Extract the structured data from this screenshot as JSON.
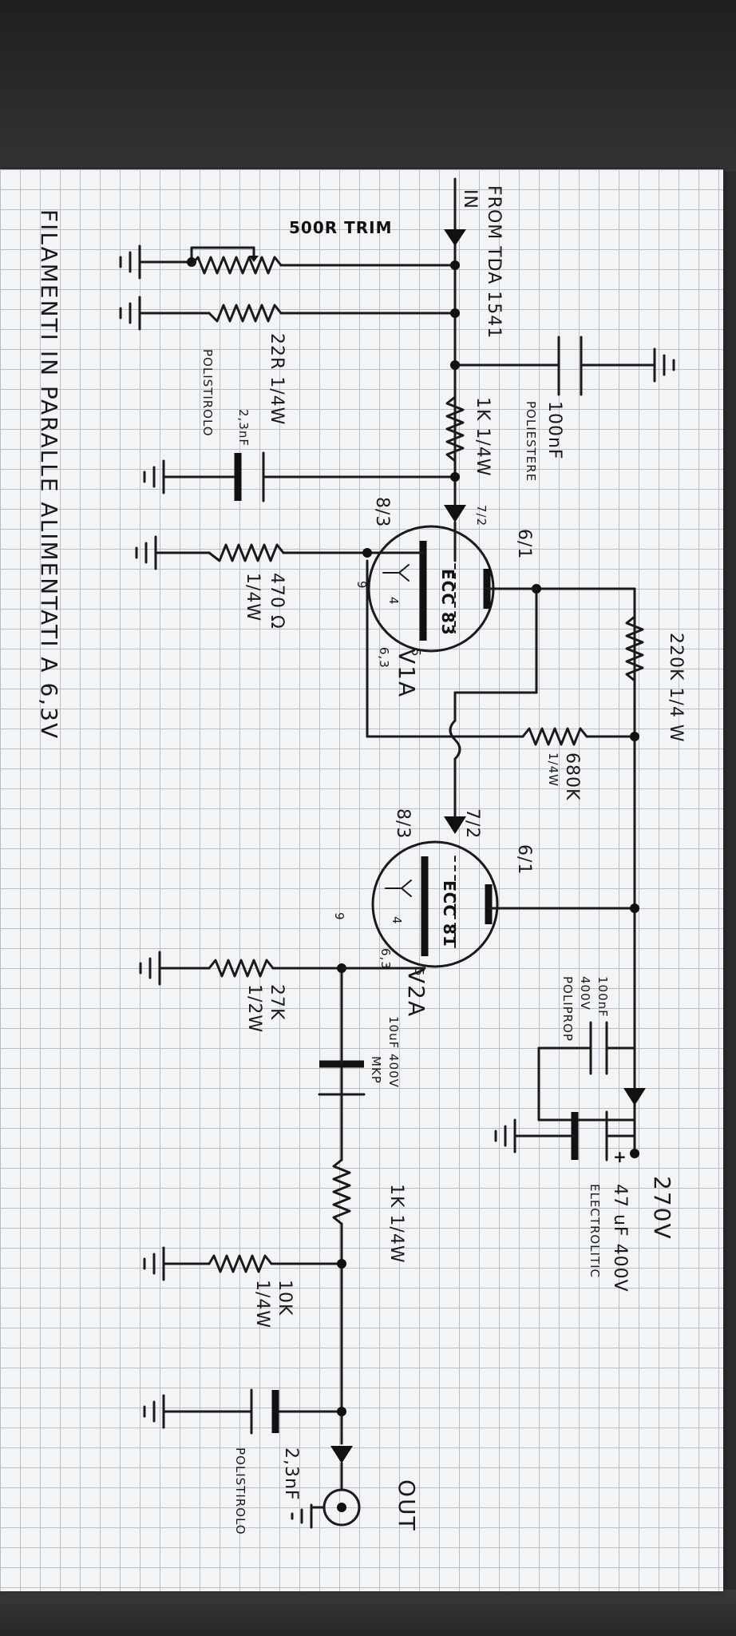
{
  "notes": {
    "filaments": "FILAMENTI IN PARALLE ALIMENTATI A 6,3V",
    "from": "FROM TDA 1541",
    "in": "IN",
    "out": "OUT",
    "supply": "270V"
  },
  "components": {
    "trim": "500R TRIM",
    "r22": "22R 1/4W",
    "r22_type": "POLISTIROLO",
    "c100n": "100nF",
    "c100n_type": "POLIESTERE",
    "r1k_in": "1K 1/4W",
    "c23_in": "2,3nF",
    "r470": "470 Ω",
    "r470_w": "1/4W",
    "r220k": "220K 1/4 W",
    "r680k": "680K",
    "r680k_w": "1/4W",
    "c100n_b": "100nF",
    "c100n_b_v": "400V",
    "c100n_b_type": "POLIPROP",
    "c47u": "47 uF 400V",
    "c47u_type": "ELECTROLITIC",
    "r27k": "27K",
    "r27k_w": "1/2W",
    "c10u": "10uF 400V",
    "c10u_type": "MKP",
    "r1k_out": "1K 1/4W",
    "r10k": "10K",
    "r10k_w": "1/4W",
    "c23_out": "2,3nF",
    "c23_out_type": "POLISTIROLO"
  },
  "tubes": {
    "v1": {
      "type": "ECC 83",
      "name": "V1A",
      "pins_grid": "7/2",
      "pins_plate": "6/1",
      "pins_cathode": "8/3",
      "heater_a": "4",
      "heater_b": "5",
      "heater_c": "9",
      "heater_v": "6,3"
    },
    "v2": {
      "type": "ECC 81",
      "name": "V2A",
      "pins_grid": "7/2",
      "pins_plate": "6/1",
      "pins_cathode": "8/3",
      "heater_a": "4",
      "heater_b": "5",
      "heater_c": "9",
      "heater_v": "6,3"
    }
  },
  "colors": {
    "ink": "#1a1a1a",
    "paper": "#f3f4f6",
    "grid": "#b9bdc9",
    "desk": "#2b2b2b"
  }
}
